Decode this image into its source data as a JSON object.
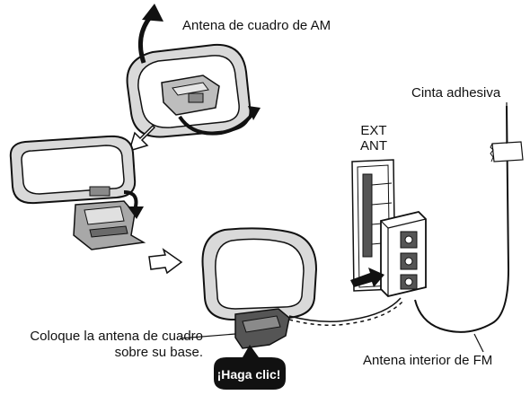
{
  "labels": {
    "am_loop": "Antena de cuadro de AM",
    "tape": "Cinta adhesiva",
    "fm_indoor": "Antena interior de FM",
    "place_antenna": "Coloque la antena de cuadro sobre su base.",
    "click": "¡Haga clic!",
    "ext": "EXT",
    "ant": "ANT"
  },
  "colors": {
    "line": "#111111",
    "fill_light": "#d9d9d9",
    "fill_mid": "#a8a8a8",
    "fill_dark": "#555555",
    "badge": "#111111"
  }
}
